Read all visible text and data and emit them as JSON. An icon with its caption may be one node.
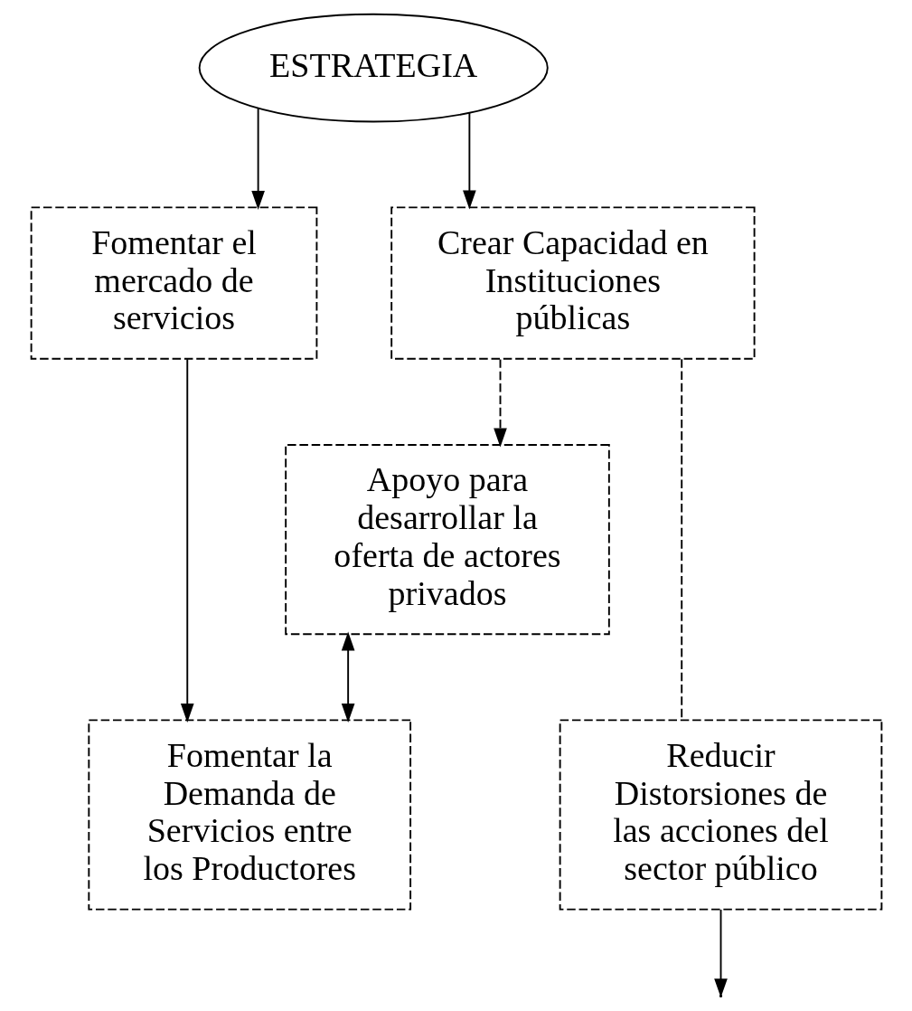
{
  "diagram": {
    "nodes": [
      {
        "text": [
          "ESTRATEGIA"
        ]
      },
      {
        "text": [
          "Fomentar el mercado de servicios"
        ]
      },
      {
        "text": [
          "Crear Capacidad en Instituciones públicas"
        ]
      },
      {
        "text": [
          "Apoyo para desarrollar la oferta de actores privados"
        ]
      },
      {
        "text": [
          "Fomentar la Demanda de Servicios entre los Productores"
        ]
      },
      {
        "text": [
          "Reducir Distorsiones de las acciones del sector público"
        ]
      }
    ],
    "edges": [
      {
        "from": 0,
        "to": 1,
        "arrow": "to"
      },
      {
        "from": 0,
        "to": 2,
        "arrow": "to"
      },
      {
        "from": 2,
        "to": 3,
        "arrow": "to",
        "style": "dashed"
      },
      {
        "from": 3,
        "to": 4,
        "arrow": "both"
      },
      {
        "from": 5,
        "to": null,
        "arrow": "to"
      },
      {
        "from": 1,
        "to": 4,
        "arrow": "to"
      },
      {
        "from": 2,
        "to": 5,
        "arrow": "none",
        "style": "dashed"
      }
    ]
  }
}
